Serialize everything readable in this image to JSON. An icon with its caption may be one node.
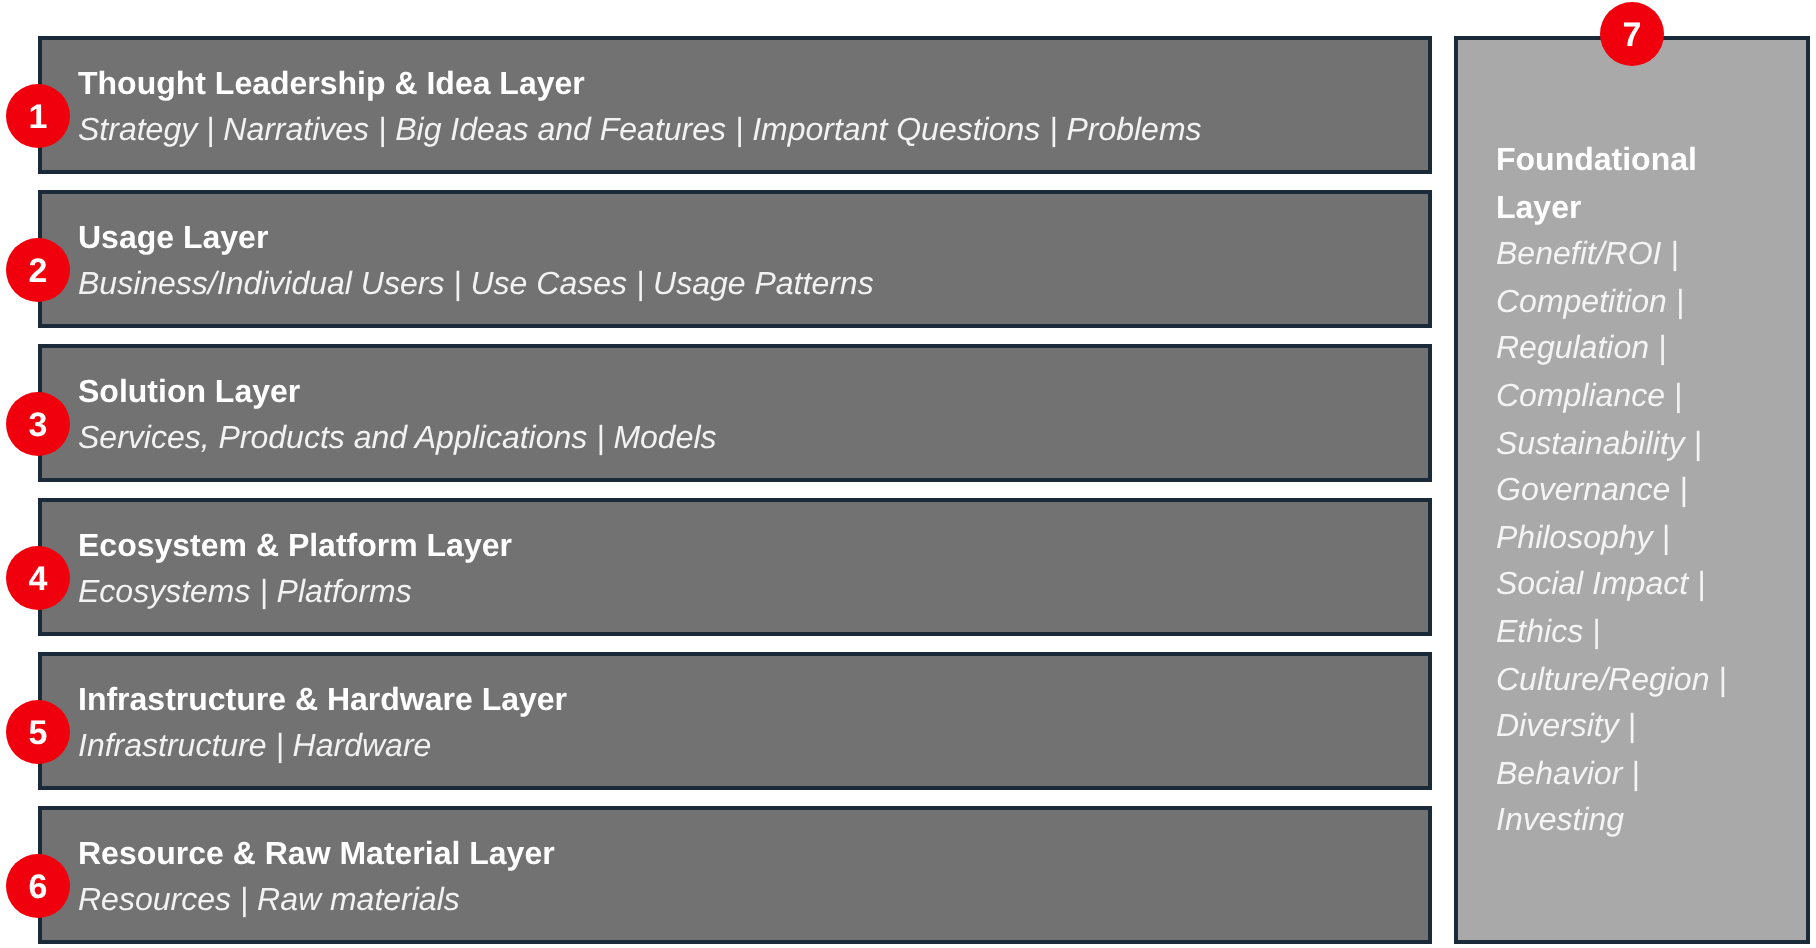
{
  "diagram": {
    "nodes": [
      {
        "text": [
          "1"
        ]
      },
      {
        "text": [
          "Thought Leadership & Idea Layer",
          "Strategy | Narratives | Big Ideas and Features | Important Questions | Problems"
        ]
      },
      {
        "text": [
          "2"
        ]
      },
      {
        "text": [
          "Usage Layer",
          "Business/Individual Users | Use Cases | Usage Patterns"
        ]
      },
      {
        "text": [
          "3"
        ]
      },
      {
        "text": [
          "Solution Layer",
          "Services, Products and Applications | Models"
        ]
      },
      {
        "text": [
          "4"
        ]
      },
      {
        "text": [
          "Ecosystem & Platform Layer",
          "Ecosystems | Platforms"
        ]
      },
      {
        "text": [
          "5"
        ]
      },
      {
        "text": [
          "Infrastructure & Hardware Layer",
          "Infrastructure | Hardware"
        ]
      },
      {
        "text": [
          "6"
        ]
      },
      {
        "text": [
          "Resource & Raw Material Layer",
          "Resources | Raw materials"
        ]
      },
      {
        "text": [
          "7"
        ]
      },
      {
        "text": [
          "Foundational Layer",
          "Benefit/ROI | Competition | Regulation | Compliance | Sustainability | Governance | Philosophy | Social Impact | Ethics | Culture/Region | Diversity | Behavior | Investing"
        ]
      }
    ]
  }
}
